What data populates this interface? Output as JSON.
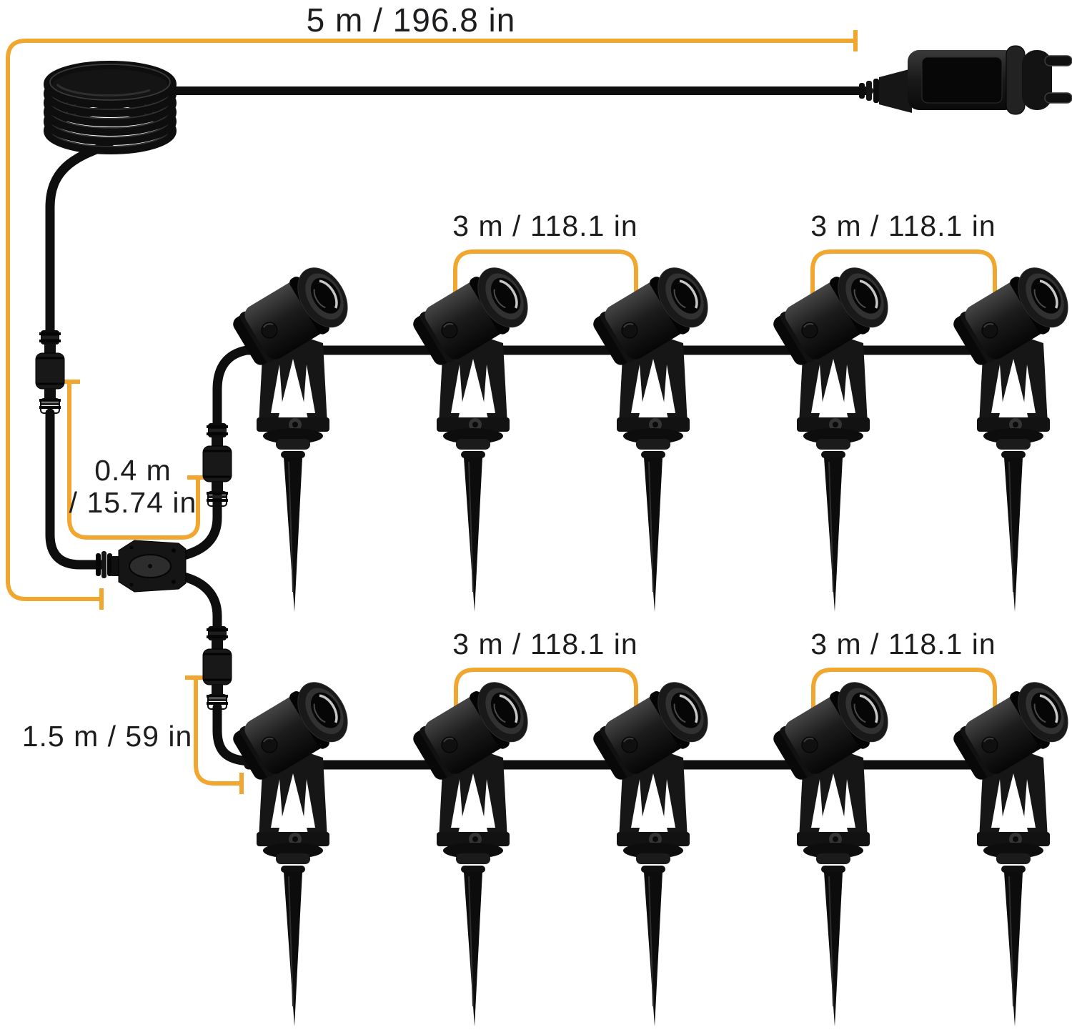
{
  "diagram": {
    "type": "product-wiring-measurement-diagram",
    "colors": {
      "background": "#ffffff",
      "measure_line": "#F0A62F",
      "label_text": "#1D1D1F",
      "product_black": "#101010"
    },
    "labels": {
      "main_cable_length": "5 m / 196.8 in",
      "spacing_length": "3 m / 118.1 in",
      "connector_length_line1": "0.4 m",
      "connector_length_line2": "/ 15.74 in",
      "branch_length": "1.5 m / 59 in"
    },
    "components": {
      "plug": "eu-power-plug",
      "cable_coil": "coiled-power-cable",
      "splitter": "two-way-splitter",
      "inline_connectors": 3,
      "rows_of_lights": 2,
      "lights_per_row": 5
    }
  }
}
